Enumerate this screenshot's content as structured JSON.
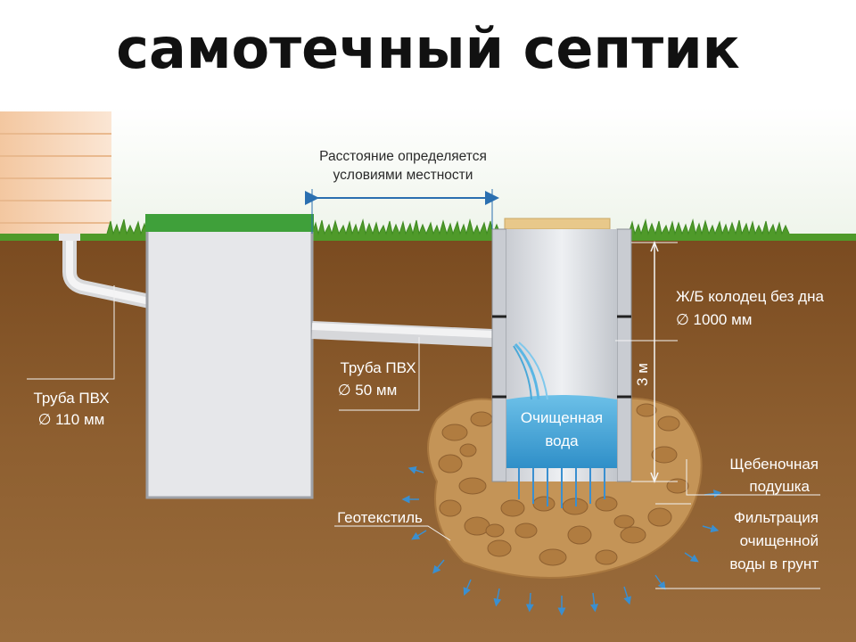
{
  "title": "самотечный септик",
  "labels": {
    "distance_line1": "Расстояние определяется",
    "distance_line2": "условиями местности",
    "pipe110_line1": "Труба ПВХ",
    "pipe110_line2": "∅ 110 мм",
    "pipe50_line1": "Труба ПВХ",
    "pipe50_line2": "∅ 50 мм",
    "well_line1": "Ж/Б колодец без дна",
    "well_line2": "∅ 1000 мм",
    "depth": "3 м",
    "water_line1": "Очищенная",
    "water_line2": "вода",
    "gravel_line1": "Щебеночная",
    "gravel_line2": "подушка",
    "geotextile": "Геотекстиль",
    "filtration_line1": "Фильтрация",
    "filtration_line2": "очищенной",
    "filtration_line3": "воды в грунт"
  },
  "colors": {
    "soil": "#8a5a2b",
    "grass": "#4f9a2a",
    "tank_lid": "#3fa03a",
    "tank_body": "#e6e7ea",
    "water": "#4aa8d8",
    "gravel": "#c49457",
    "pipe": "#e8e8ea"
  }
}
